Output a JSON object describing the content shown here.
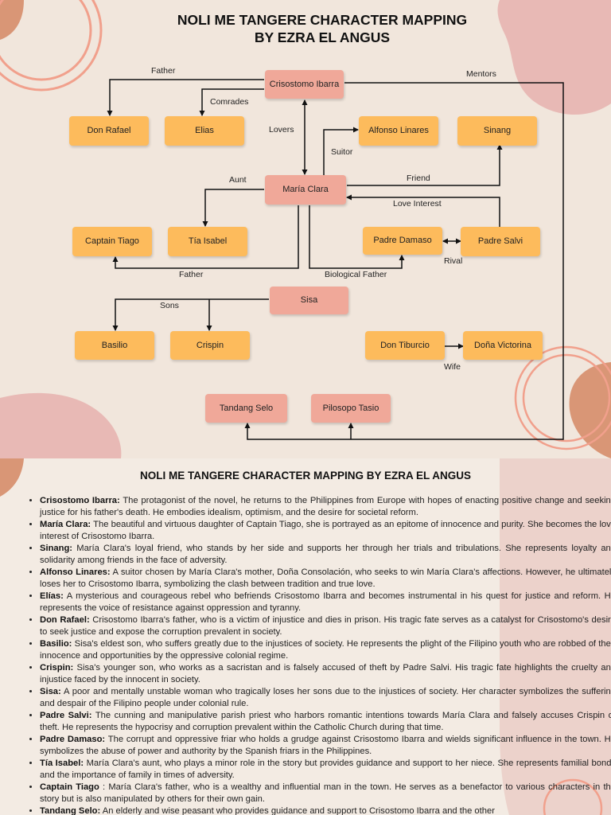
{
  "diagram": {
    "title_line1": "NOLI ME TANGERE CHARACTER MAPPING",
    "title_line2": "BY EZRA EL ANGUS",
    "nodes": {
      "ibarra": "Crisostomo Ibarra",
      "don_rafael": "Don Rafael",
      "elias": "Elias",
      "alfonso": "Alfonso Linares",
      "sinang": "Sinang",
      "maria": "María Clara",
      "captain_tiago": "Captain Tiago",
      "tia_isabel": "Tía Isabel",
      "padre_damaso": "Padre Damaso",
      "padre_salvi": "Padre Salvi",
      "sisa": "Sisa",
      "basilio": "Basilio",
      "crispin": "Crispin",
      "don_tiburcio": "Don Tiburcio",
      "dona_victorina": "Doña Victorina",
      "tandang_selo": "Tandang Selo",
      "pilosopo_tasio": "Pilosopo Tasio"
    },
    "edge_labels": {
      "father_top": "Father",
      "mentors": "Mentors",
      "comrades": "Comrades",
      "lovers": "Lovers",
      "suitor": "Suitor",
      "aunt": "Aunt",
      "friend": "Friend",
      "love_interest": "Love Interest",
      "rival": "Rival",
      "father_bottom": "Father",
      "biological_father": "Biological Father",
      "sons": "Sons",
      "wife": "Wife"
    },
    "colors": {
      "pink_node": "#f0a899",
      "yellow_node": "#fdbb5c",
      "background": "#f1e6dc"
    }
  },
  "descriptions": {
    "title": "NOLI ME TANGERE CHARACTER MAPPING  BY EZRA EL ANGUS",
    "items": [
      {
        "name": "Crisostomo Ibarra:",
        "text": "The protagonist of the novel, he returns to the Philippines from Europe with hopes of enacting positive change and seeking justice for his father's death. He embodies idealism, optimism, and the desire for societal reform."
      },
      {
        "name": "María Clara:",
        "text": "The beautiful and virtuous daughter of Captain Tiago, she is portrayed as an epitome of innocence and purity. She becomes the love interest of Crisostomo Ibarra."
      },
      {
        "name": "Sinang:",
        "text": "María Clara's loyal friend, who stands by her side and supports her through her trials and tribulations. She represents loyalty and solidarity among friends in the face of adversity."
      },
      {
        "name": "Alfonso Linares:",
        "text": "A suitor chosen by María Clara's mother, Doña Consolación, who seeks to win María Clara's affections. However, he ultimately loses her to Crisostomo Ibarra, symbolizing the clash between tradition and true love."
      },
      {
        "name": "Elías:",
        "text": "A mysterious and courageous rebel who befriends Crisostomo Ibarra and becomes instrumental in his quest for justice and reform. He represents the voice of resistance against oppression and tyranny."
      },
      {
        "name": "Don Rafael:",
        "text": "Crisostomo Ibarra's father, who is a victim of injustice and dies in prison. His tragic fate serves as a catalyst for Crisostomo's desire to seek justice and expose the corruption prevalent in society."
      },
      {
        "name": "Basilio:",
        "text": "Sisa's eldest son, who suffers greatly due to the injustices of society. He represents the plight of the Filipino youth who are robbed of their innocence and opportunities by the oppressive colonial regime."
      },
      {
        "name": "Crispin:",
        "text": "Sisa's younger son, who works as a sacristan and is falsely accused of theft by Padre Salvi. His tragic fate highlights the cruelty and injustice faced by the innocent in society."
      },
      {
        "name": "Sisa:",
        "text": "A poor and mentally unstable woman who tragically loses her sons due to the injustices of society. Her character symbolizes the suffering and despair of the Filipino people under colonial rule."
      },
      {
        "name": "Padre Salvi:",
        "text": "The cunning and manipulative parish priest who harbors romantic intentions towards María Clara and falsely accuses Crispin of theft. He represents the hypocrisy and corruption prevalent within the Catholic Church during that time."
      },
      {
        "name": "Padre Damaso:",
        "text": "The corrupt and oppressive friar who holds a grudge against Crisostomo Ibarra and wields significant influence in the town. He symbolizes the abuse of power and authority by the Spanish friars in the Philippines."
      },
      {
        "name": "Tía Isabel:",
        "text": "María Clara's aunt, who plays a minor role in the story but provides guidance and support to her niece. She represents familial bonds and the importance of family in times of adversity."
      },
      {
        "name": "Captain Tiago",
        "text": ": María Clara's father, who is a wealthy and influential man in the town. He serves as a benefactor to various characters in the story but is also manipulated by others for their own gain."
      },
      {
        "name": "Tandang Selo:",
        "text": "An elderly and wise peasant who provides guidance and support to Crisostomo Ibarra and the other"
      }
    ]
  }
}
